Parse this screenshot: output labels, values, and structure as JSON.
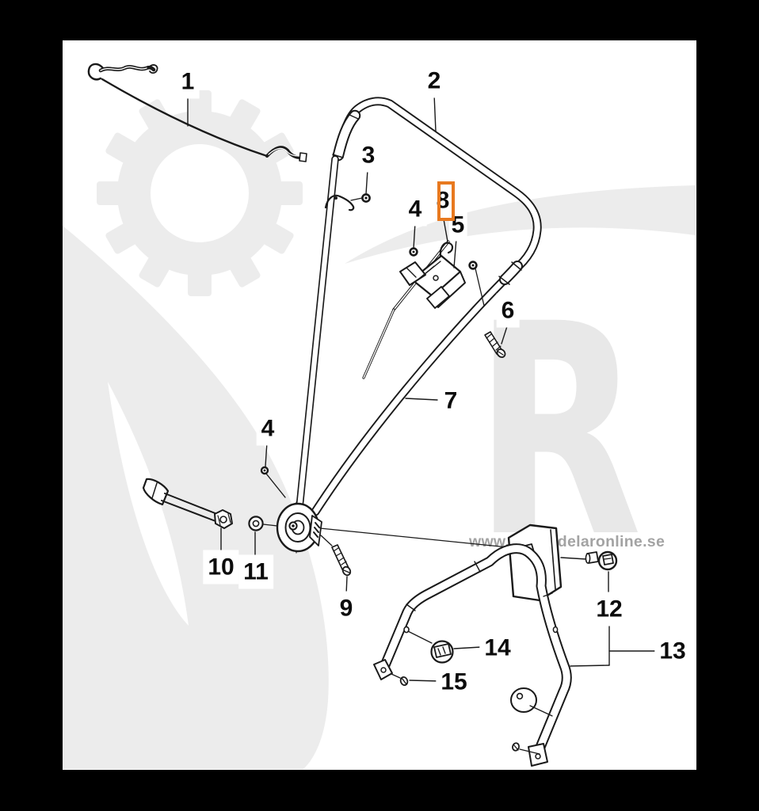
{
  "watermark": {
    "url_text": "www.reservdelaronline.se",
    "letter": "R",
    "gray_fill": "#ececec",
    "letter_fill": "#e8e8e8",
    "url_color": "#a3a3a3"
  },
  "highlight": {
    "color": "#e8791f",
    "highlighted_part": "8"
  },
  "part_labels": [
    {
      "num": "1"
    },
    {
      "num": "2"
    },
    {
      "num": "3"
    },
    {
      "num": "4"
    },
    {
      "num": "8"
    },
    {
      "num": "5"
    },
    {
      "num": "6"
    },
    {
      "num": "7"
    },
    {
      "num": "4"
    },
    {
      "num": "10"
    },
    {
      "num": "11"
    },
    {
      "num": "9"
    },
    {
      "num": "12"
    },
    {
      "num": "13"
    },
    {
      "num": "14"
    },
    {
      "num": "15"
    }
  ]
}
